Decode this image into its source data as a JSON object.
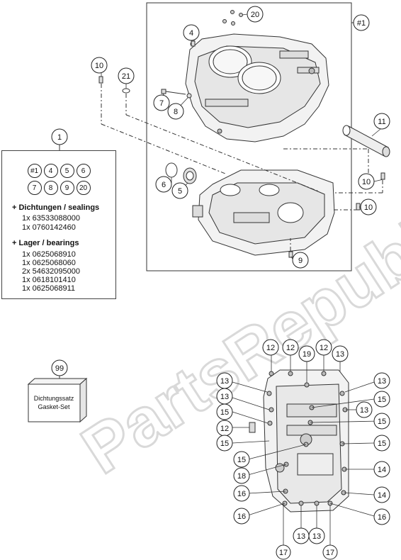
{
  "frame_ref": "#1",
  "kit": {
    "ref": "1",
    "pills": [
      "#1",
      "4",
      "5",
      "6",
      "7",
      "8",
      "9",
      "20"
    ],
    "groups": [
      {
        "title": "+ Dichtungen / sealings",
        "lines": [
          "1x 63533088000",
          "1x 0760142460"
        ]
      },
      {
        "title": "+ Lager / bearings",
        "lines": [
          "1x 0625068910",
          "1x 0625068060",
          "2x 54632095000",
          "1x 0618101410",
          "1x 0625068911"
        ]
      }
    ]
  },
  "gasket_set": {
    "ref": "99",
    "label_de": "Dichtungssatz",
    "label_en": "Gasket-Set"
  },
  "watermark": "PartsRepublik",
  "callouts_top": {
    "c20": "20",
    "c4": "4",
    "c10a": "10",
    "c21": "21",
    "c7": "7",
    "c8": "8",
    "c11": "11",
    "c10b": "10",
    "c10c": "10",
    "c6": "6",
    "c5": "5",
    "c9": "9"
  },
  "callouts_bottom": {
    "b12a": "12",
    "b12b": "12",
    "b19": "19",
    "b12c": "12",
    "b13a": "13",
    "b13b": "13",
    "b13c": "13",
    "b15a": "15",
    "b15b": "15",
    "b13d": "13",
    "b15c": "15",
    "b12d": "12",
    "b15d": "15",
    "b15e": "15",
    "b15f": "15",
    "b18": "18",
    "b14a": "14",
    "b16a": "16",
    "b14b": "14",
    "b16b": "16",
    "b16c": "16",
    "b13e": "13",
    "b13f": "13",
    "b17a": "17",
    "b17b": "17"
  }
}
